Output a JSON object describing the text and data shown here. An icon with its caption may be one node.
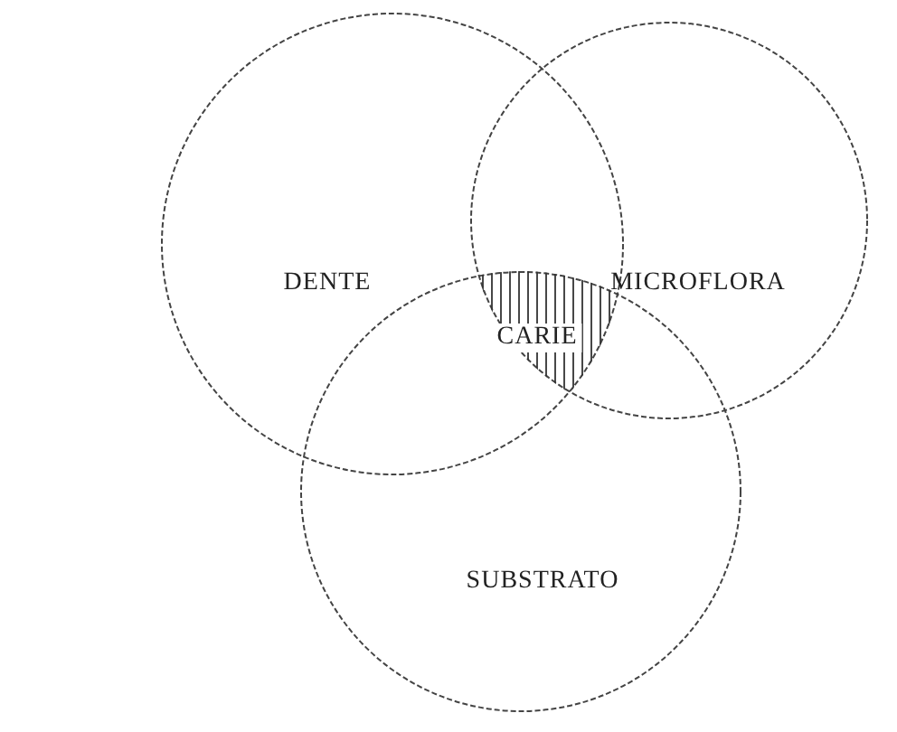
{
  "diagram": {
    "nodes": [
      {
        "text": [
          "DENTE"
        ]
      },
      {
        "text": [
          "MICROFLORA"
        ]
      },
      {
        "text": [
          "SUBSTRATO"
        ]
      },
      {
        "text": [
          "CARIE"
        ]
      }
    ],
    "edges": []
  }
}
